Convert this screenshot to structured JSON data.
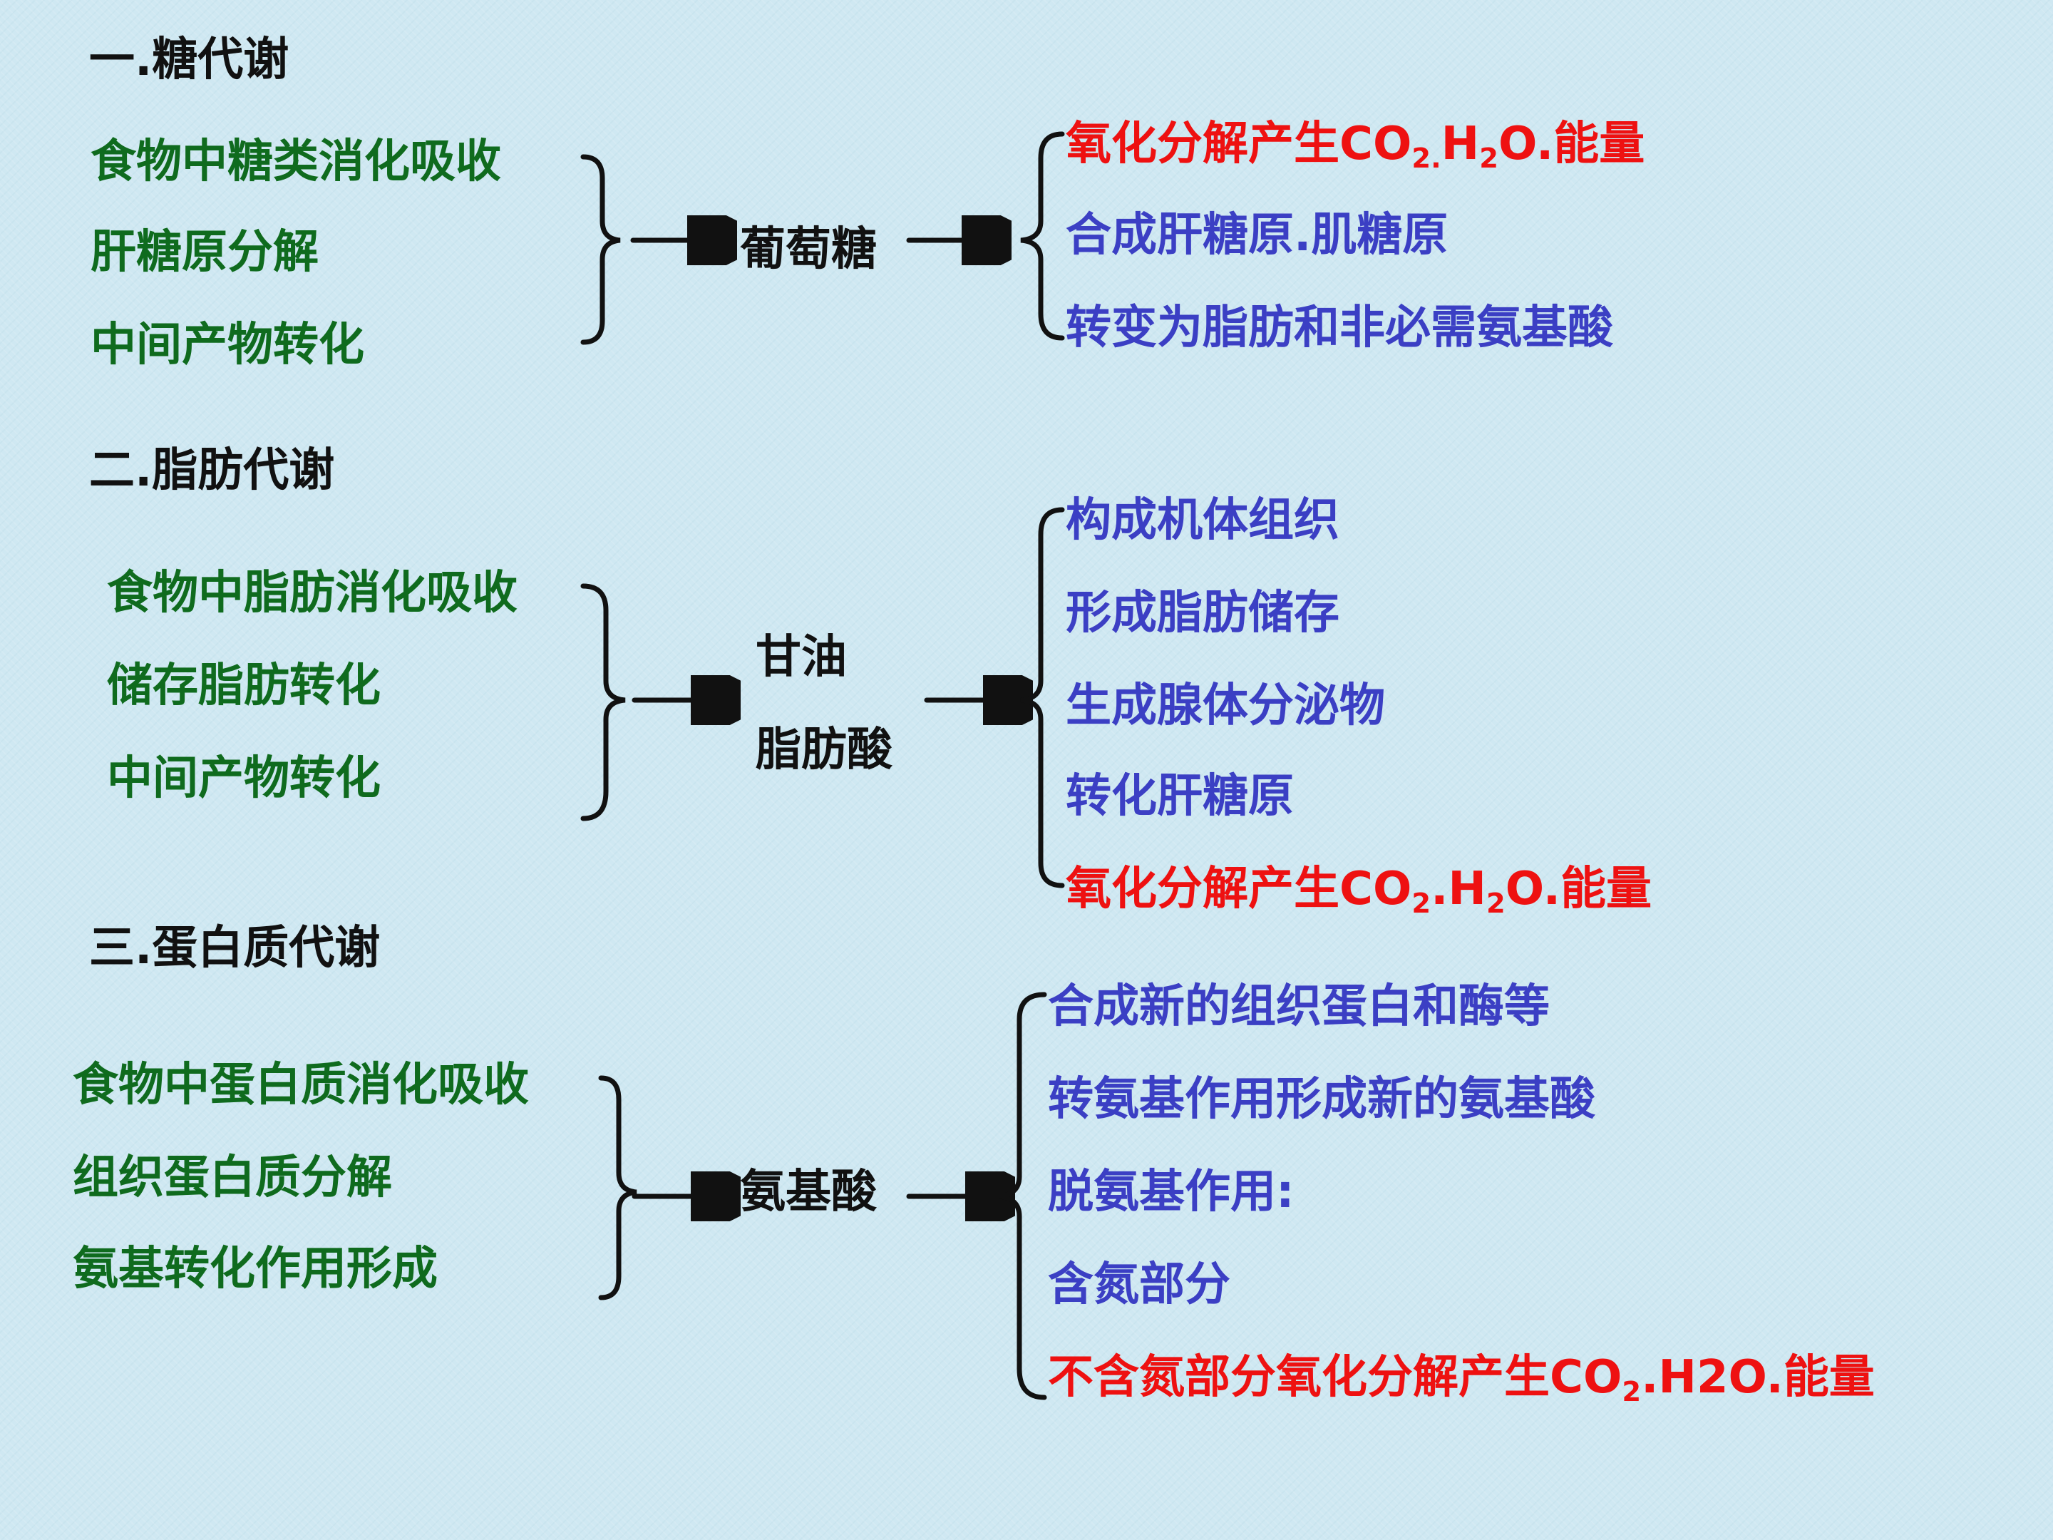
{
  "colors": {
    "background": "#cfe8f2",
    "source_text": "#0f6b1e",
    "product_text": "#3b3fc4",
    "energy_text": "#ee1111",
    "heading_text": "#111111"
  },
  "sections": [
    {
      "heading": "一.糖代谢",
      "sources": [
        "食物中糖类消化吸收",
        "肝糖原分解",
        "中间产物转化"
      ],
      "hub": [
        "葡萄糖"
      ],
      "outputs": [
        {
          "pre": "氧化分解产生CO",
          "sub1": "2.",
          "mid": "H",
          "sub2": "2",
          "post": "O.能量"
        },
        {
          "text": "合成肝糖原.肌糖原"
        },
        {
          "text": "转变为脂肪和非必需氨基酸"
        }
      ]
    },
    {
      "heading": "二.脂肪代谢",
      "sources": [
        "食物中脂肪消化吸收",
        "储存脂肪转化",
        "中间产物转化"
      ],
      "hub": [
        "甘油",
        "脂肪酸"
      ],
      "outputs": [
        {
          "text": "构成机体组织"
        },
        {
          "text": "形成脂肪储存"
        },
        {
          "text": "生成腺体分泌物"
        },
        {
          "text": "转化肝糖原"
        },
        {
          "pre": "氧化分解产生CO",
          "sub1": "2",
          "mid": ".H",
          "sub2": "2",
          "post": "O.能量"
        }
      ]
    },
    {
      "heading": "三.蛋白质代谢",
      "sources": [
        "食物中蛋白质消化吸收",
        "组织蛋白质分解",
        "氨基转化作用形成"
      ],
      "hub": [
        "氨基酸"
      ],
      "outputs": [
        {
          "text": "合成新的组织蛋白和酶等"
        },
        {
          "text": "转氨基作用形成新的氨基酸"
        },
        {
          "text": "脱氨基作用:"
        },
        {
          "text": "含氮部分"
        },
        {
          "pre": "不含氮部分氧化分解产生CO",
          "sub1": "2",
          "mid": ".H2O.能量"
        }
      ]
    }
  ]
}
